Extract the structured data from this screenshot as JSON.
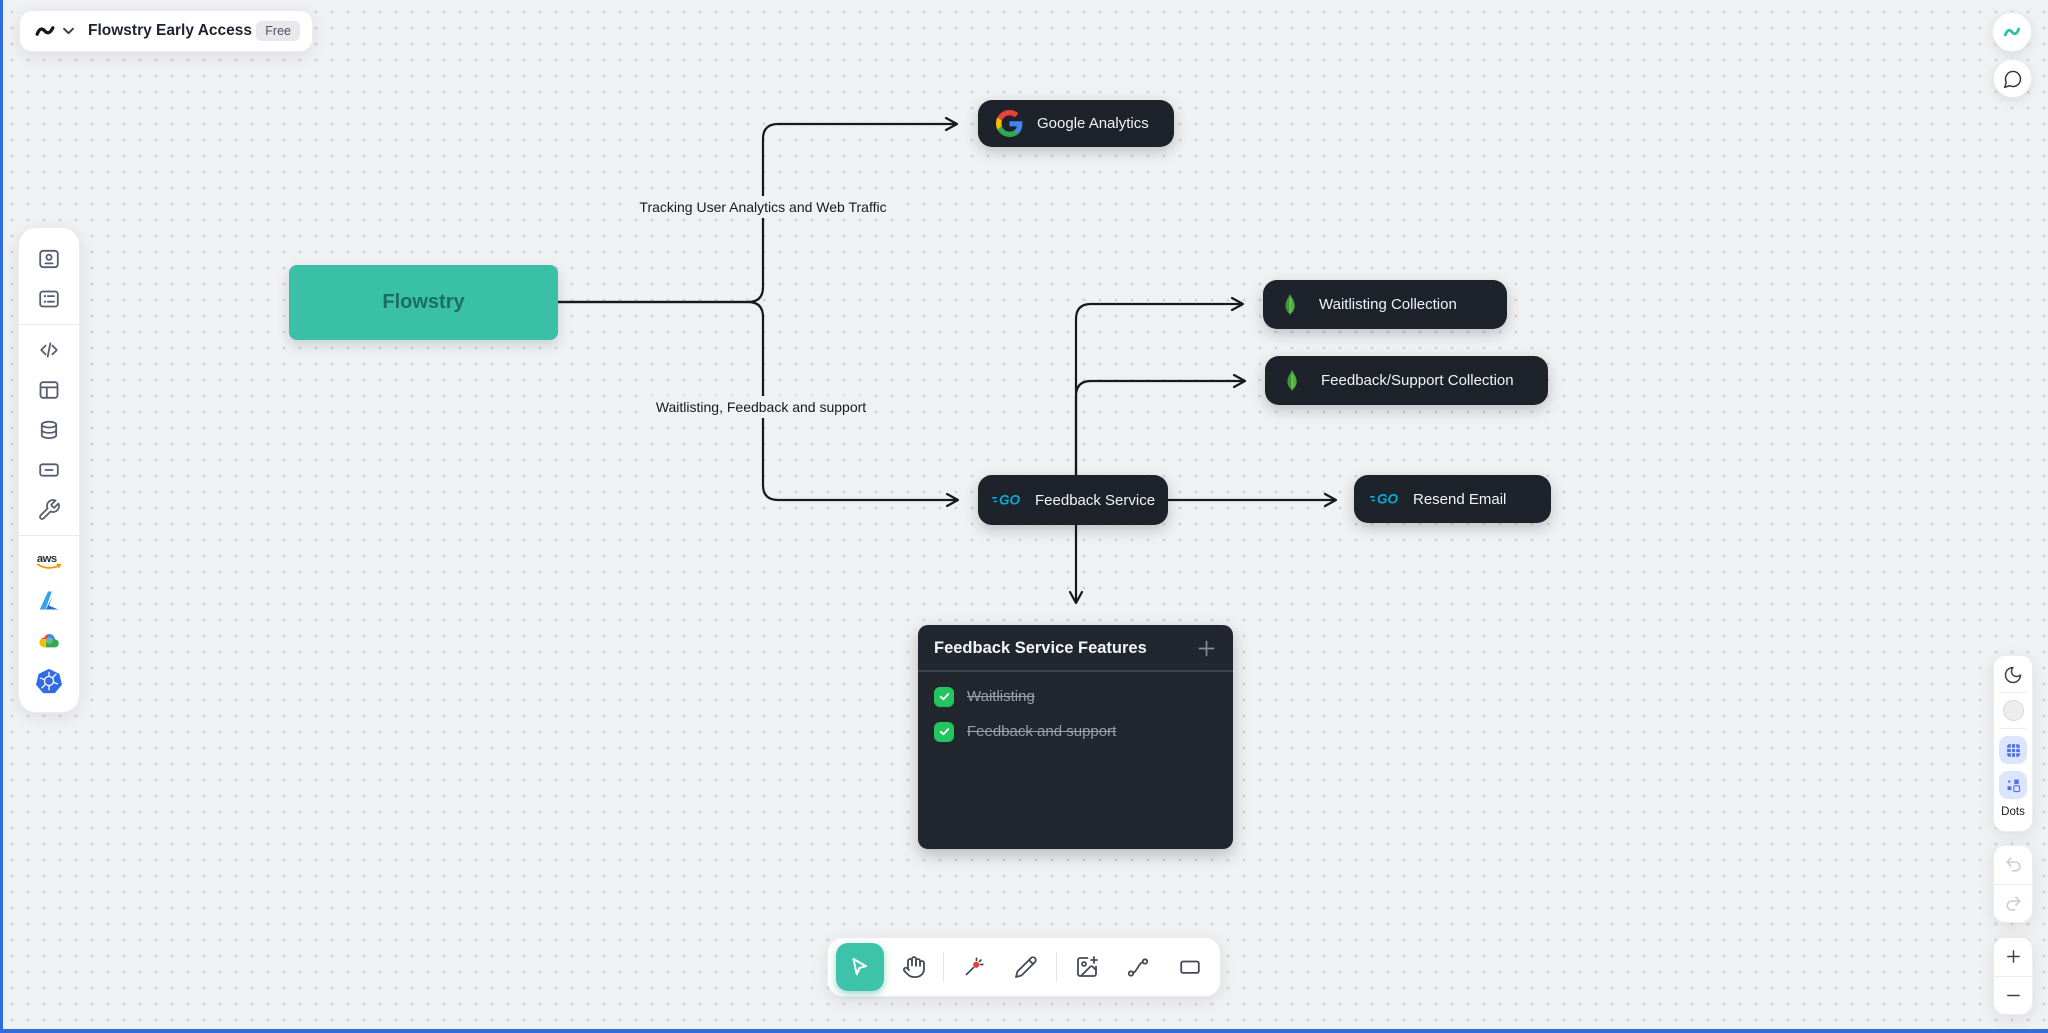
{
  "header": {
    "title": "Flowstry Early Access",
    "badge": "Free"
  },
  "colors": {
    "accent_teal": "#3ac0a7",
    "selected_tool_bg": "#3ec3ab",
    "node_dark": "#1e222a",
    "canvas_bg": "#f0f1f3",
    "canvas_edge_blue": "#2e6ce2",
    "check_green": "#22c55e",
    "go_cyan": "#00ADD8",
    "mongo_green": "#4caf3f",
    "background_button_blue": "#4c74f0"
  },
  "sidebar": {
    "groups": [
      {
        "items": [
          {
            "icon": "contact-card-icon"
          },
          {
            "icon": "form-list-icon"
          }
        ]
      },
      {
        "items": [
          {
            "icon": "code-icon"
          },
          {
            "icon": "layout-icon"
          },
          {
            "icon": "database-icon"
          },
          {
            "icon": "text-card-icon"
          },
          {
            "icon": "wrench-icon"
          }
        ]
      },
      {
        "items": [
          {
            "icon": "aws-logo"
          },
          {
            "icon": "azure-logo"
          },
          {
            "icon": "google-cloud-logo"
          },
          {
            "icon": "kubernetes-logo"
          }
        ]
      }
    ]
  },
  "diagram": {
    "nodes": {
      "flowstry": "Flowstry",
      "google_analytics": "Google Analytics",
      "waitlisting_collection": "Waitlisting Collection",
      "feedback_support_collection": "Feedback/Support Collection",
      "feedback_service": "Feedback Service",
      "resend_email": "Resend Email"
    },
    "edge_labels": {
      "analytics": "Tracking User Analytics and Web Traffic",
      "waitlisting": "Waitlisting, Feedback and support"
    },
    "feature_card": {
      "title": "Feedback Service Features",
      "items": [
        {
          "label": "Waitlisting",
          "checked": true
        },
        {
          "label": "Feedback and support",
          "checked": true
        }
      ]
    }
  },
  "toolbar": {
    "active_tool": "select",
    "tools": [
      "select",
      "hand",
      "laser-pointer",
      "pencil",
      "image-add",
      "connector",
      "rectangle"
    ]
  },
  "right_panel": {
    "background_label": "Dots"
  }
}
